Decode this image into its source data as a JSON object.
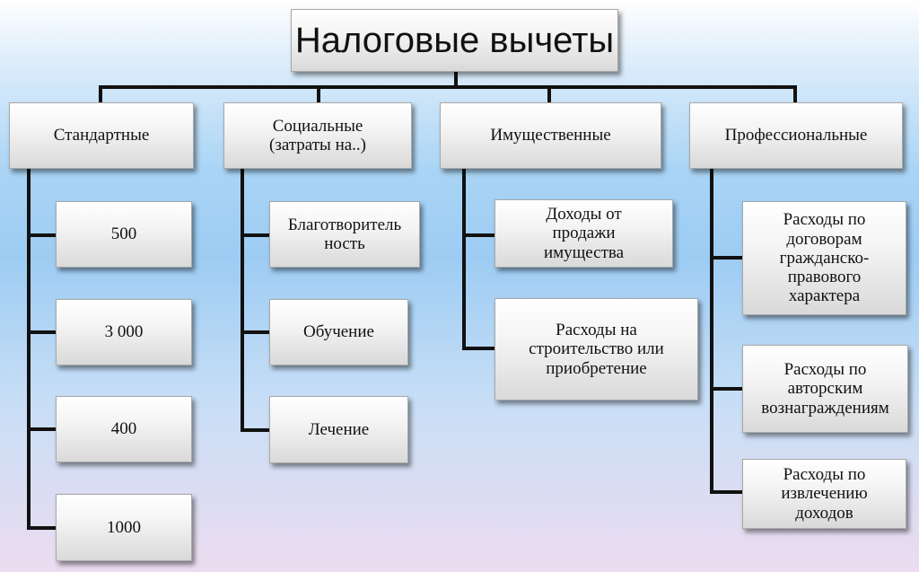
{
  "title": "Налоговые вычеты",
  "categories": [
    {
      "label": "Стандартные",
      "items": [
        "500",
        "3 000",
        "400",
        "1000"
      ]
    },
    {
      "label": "Социальные\n(затраты на..)",
      "items": [
        "Благотворитель\nность",
        "Обучение",
        "Лечение"
      ]
    },
    {
      "label": "Имущественные",
      "items": [
        "Доходы от\nпродажи\nимущества",
        "Расходы на\nстроительство или\nприобретение"
      ]
    },
    {
      "label": "Профессиональные",
      "items": [
        "Расходы по\nдоговорам\nгражданско-\nправового\nхарактера",
        "Расходы по\nавторским\nвознаграждениям",
        "Расходы по\nизвлечению\nдоходов"
      ]
    }
  ],
  "colors": {
    "connector": "#111111",
    "box_border": "#a8a8a8"
  }
}
